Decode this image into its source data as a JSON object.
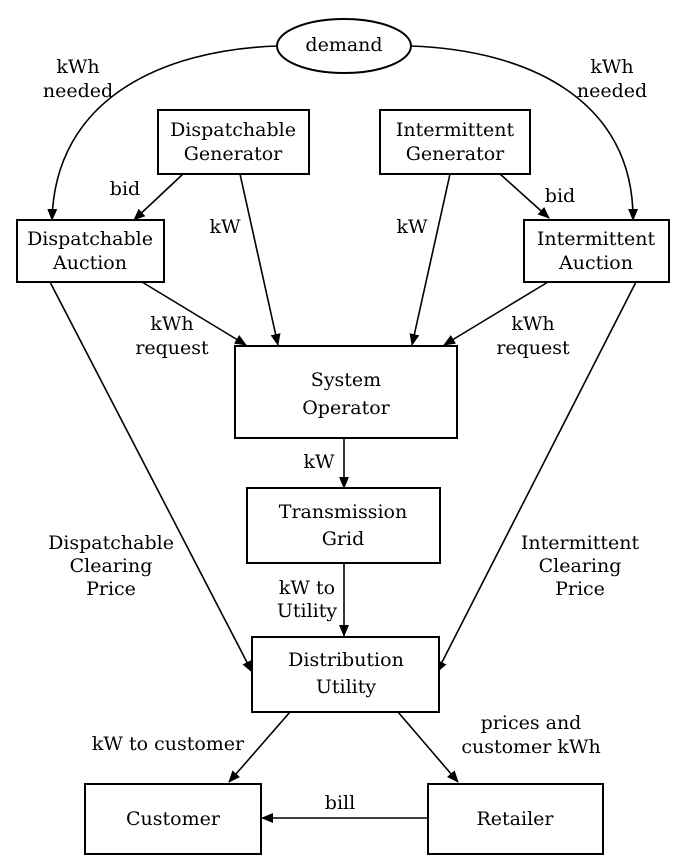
{
  "nodes": {
    "demand": "demand",
    "dispatchable_generator": [
      "Dispatchable",
      "Generator"
    ],
    "intermittent_generator": [
      "Intermittent",
      "Generator"
    ],
    "dispatchable_auction": [
      "Dispatchable",
      "Auction"
    ],
    "intermittent_auction": [
      "Intermittent",
      "Auction"
    ],
    "system_operator": [
      "System",
      "Operator"
    ],
    "transmission_grid": [
      "Transmission",
      "Grid"
    ],
    "distribution_utility": [
      "Distribution",
      "Utility"
    ],
    "customer": "Customer",
    "retailer": "Retailer"
  },
  "edge_labels": {
    "kwh_needed_left": [
      "kWh",
      "needed"
    ],
    "kwh_needed_right": [
      "kWh",
      "needed"
    ],
    "bid_left": "bid",
    "bid_right": "bid",
    "kw_dispatchable": "kW",
    "kw_intermittent": "kW",
    "kwh_request_left": [
      "kWh",
      "request"
    ],
    "kwh_request_right": [
      "kWh",
      "request"
    ],
    "kw_operator_to_grid": "kW",
    "kw_to_utility": [
      "kW to",
      "Utility"
    ],
    "dispatchable_clearing_price": [
      "Dispatchable",
      "Clearing",
      "Price"
    ],
    "intermittent_clearing_price": [
      "Intermittent",
      "Clearing",
      "Price"
    ],
    "kw_to_customer": "kW to customer",
    "prices_and_customer_kwh": [
      "prices and",
      "customer kWh"
    ],
    "bill": "bill"
  }
}
